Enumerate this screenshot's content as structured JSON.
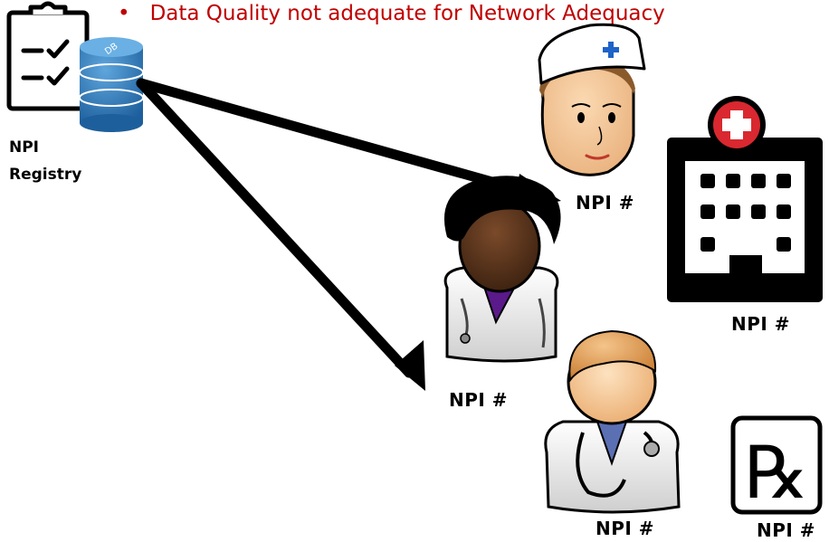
{
  "bullet": {
    "symbol": "•",
    "text": "Data Quality not adequate  for Network Adequacy",
    "color": "#c00000"
  },
  "registry": {
    "label_line1": "NPI",
    "label_line2": "Registry",
    "db_badge": "DB"
  },
  "labels": {
    "nurse": "NPI #",
    "doctor_dark": "NPI #",
    "hospital": "NPI #",
    "doctor_light": "NPI #",
    "pharmacy": "NPI #"
  },
  "pharmacy_symbol": "℞"
}
